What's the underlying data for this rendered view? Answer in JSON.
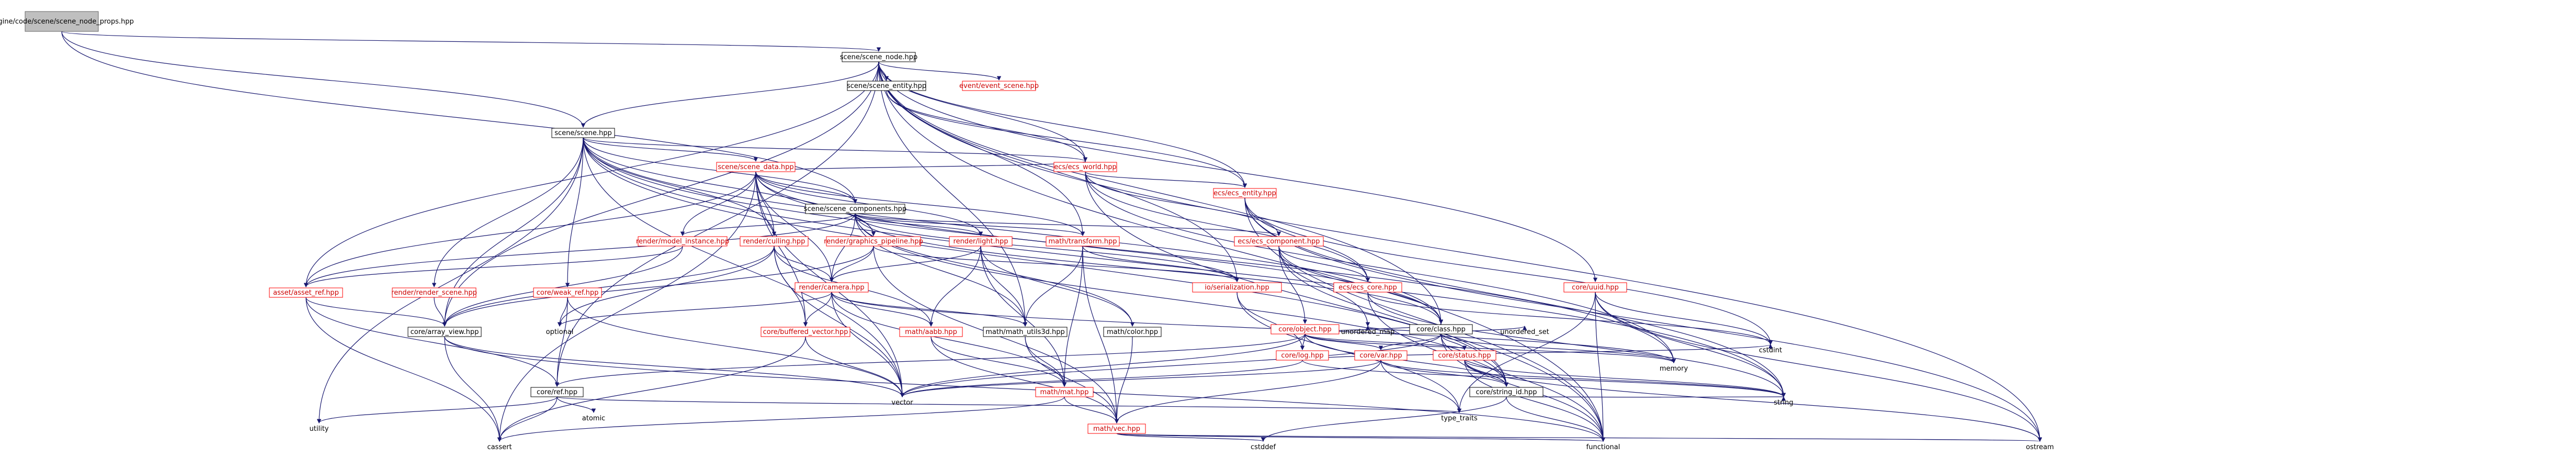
{
  "colors": {
    "background": "#ffffff",
    "edge": "#191970",
    "edge_alt": "#63b8ff",
    "root_fill": "#bfbfbf",
    "missing_border": "#ff0000",
    "missing_text": "#cc0000"
  },
  "nodes": [
    {
      "id": "root",
      "label": "engine/code/scene/scene_node_props.hpp",
      "style": "root"
    },
    {
      "id": "scene_node",
      "label": "scene/scene_node.hpp",
      "style": "normal"
    },
    {
      "id": "scene_entity",
      "label": "scene/scene_entity.hpp",
      "style": "normal"
    },
    {
      "id": "event_scene",
      "label": "event/event_scene.hpp",
      "style": "red"
    },
    {
      "id": "scene",
      "label": "scene/scene.hpp",
      "style": "normal"
    },
    {
      "id": "scene_data",
      "label": "scene/scene_data.hpp",
      "style": "red"
    },
    {
      "id": "ecs_world",
      "label": "ecs/ecs_world.hpp",
      "style": "red"
    },
    {
      "id": "ecs_entity",
      "label": "ecs/ecs_entity.hpp",
      "style": "red"
    },
    {
      "id": "scene_components",
      "label": "scene/scene_components.hpp",
      "style": "normal"
    },
    {
      "id": "model_instance",
      "label": "render/model_instance.hpp",
      "style": "red"
    },
    {
      "id": "culling",
      "label": "render/culling.hpp",
      "style": "red"
    },
    {
      "id": "graphics_pipeline",
      "label": "render/graphics_pipeline.hpp",
      "style": "red"
    },
    {
      "id": "light",
      "label": "render/light.hpp",
      "style": "red"
    },
    {
      "id": "transform",
      "label": "math/transform.hpp",
      "style": "red"
    },
    {
      "id": "ecs_component",
      "label": "ecs/ecs_component.hpp",
      "style": "red"
    },
    {
      "id": "ecs_core",
      "label": "ecs/ecs_core.hpp",
      "style": "red"
    },
    {
      "id": "core_uuid",
      "label": "core/uuid.hpp",
      "style": "red"
    },
    {
      "id": "asset_ref",
      "label": "asset/asset_ref.hpp",
      "style": "red"
    },
    {
      "id": "render_scene",
      "label": "render/render_scene.hpp",
      "style": "red"
    },
    {
      "id": "weak_ref",
      "label": "core/weak_ref.hpp",
      "style": "red"
    },
    {
      "id": "camera",
      "label": "render/camera.hpp",
      "style": "red"
    },
    {
      "id": "serialization",
      "label": "io/serialization.hpp",
      "style": "red"
    },
    {
      "id": "core_object",
      "label": "core/object.hpp",
      "style": "red"
    },
    {
      "id": "core_class",
      "label": "core/class.hpp",
      "style": "normal"
    },
    {
      "id": "array_view",
      "label": "core/array_view.hpp",
      "style": "normal"
    },
    {
      "id": "optional",
      "label": "optional",
      "style": "plain"
    },
    {
      "id": "buffered_vector",
      "label": "core/buffered_vector.hpp",
      "style": "red"
    },
    {
      "id": "aabb",
      "label": "math/aabb.hpp",
      "style": "red"
    },
    {
      "id": "math_utils3d",
      "label": "math/math_utils3d.hpp",
      "style": "normal"
    },
    {
      "id": "math_color",
      "label": "math/color.hpp",
      "style": "normal"
    },
    {
      "id": "core_log",
      "label": "core/log.hpp",
      "style": "red"
    },
    {
      "id": "core_var",
      "label": "core/var.hpp",
      "style": "red"
    },
    {
      "id": "core_status",
      "label": "core/status.hpp",
      "style": "red"
    },
    {
      "id": "unordered_map",
      "label": "unordered_map",
      "style": "plain"
    },
    {
      "id": "unordered_set",
      "label": "unordered_set",
      "style": "plain"
    },
    {
      "id": "string_id",
      "label": "core/string_id.hpp",
      "style": "normal"
    },
    {
      "id": "core_ref",
      "label": "core/ref.hpp",
      "style": "normal"
    },
    {
      "id": "math_mat",
      "label": "math/mat.hpp",
      "style": "red"
    },
    {
      "id": "math_vec",
      "label": "math/vec.hpp",
      "style": "red"
    },
    {
      "id": "vector",
      "label": "vector",
      "style": "plain"
    },
    {
      "id": "memory",
      "label": "memory",
      "style": "plain"
    },
    {
      "id": "cstdint",
      "label": "cstdint",
      "style": "plain"
    },
    {
      "id": "atomic",
      "label": "atomic",
      "style": "plain"
    },
    {
      "id": "utility",
      "label": "utility",
      "style": "plain"
    },
    {
      "id": "cassert",
      "label": "cassert",
      "style": "plain"
    },
    {
      "id": "type_traits",
      "label": "type_traits",
      "style": "plain"
    },
    {
      "id": "string",
      "label": "string",
      "style": "plain"
    },
    {
      "id": "cstddef",
      "label": "cstddef",
      "style": "plain"
    },
    {
      "id": "functional",
      "label": "functional",
      "style": "plain"
    },
    {
      "id": "ostream",
      "label": "ostream",
      "style": "plain"
    }
  ]
}
